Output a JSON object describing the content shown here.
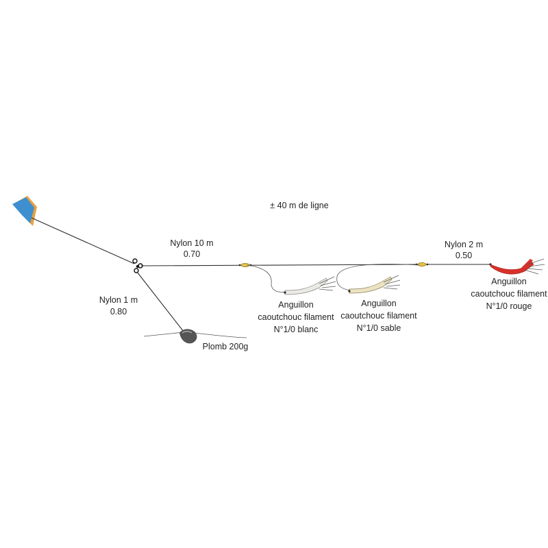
{
  "total_line_label": "± 40 m de ligne",
  "main_line": {
    "name": "Nylon 10 m",
    "diameter": "0.70"
  },
  "end_line": {
    "name": "Nylon 2 m",
    "diameter": "0.50"
  },
  "weight_line": {
    "name": "Nylon 1 m",
    "diameter": "0.80"
  },
  "sinker_label": "Plomb 200g",
  "lures": [
    {
      "line1": "Anguillon",
      "line2": "caoutchouc filament",
      "line3": "N°1/0 blanc",
      "color": "#ebe9e3"
    },
    {
      "line1": "Anguillon",
      "line2": "caoutchouc filament",
      "line3": "N°1/0 sable",
      "color": "#ece3c2"
    },
    {
      "line1": "Anguillon",
      "line2": "caoutchouc filament",
      "line3": "N°1/0 rouge",
      "color": "#d9302a"
    }
  ],
  "colors": {
    "reel": "#3d8fd0",
    "reel_edge": "#e8a040",
    "swivel": "#e3c24a",
    "sinker": "#555555"
  },
  "icons": [
    "reel-icon",
    "triple-swivel-icon",
    "swivel-icon",
    "sinker-icon",
    "lure-icon"
  ]
}
